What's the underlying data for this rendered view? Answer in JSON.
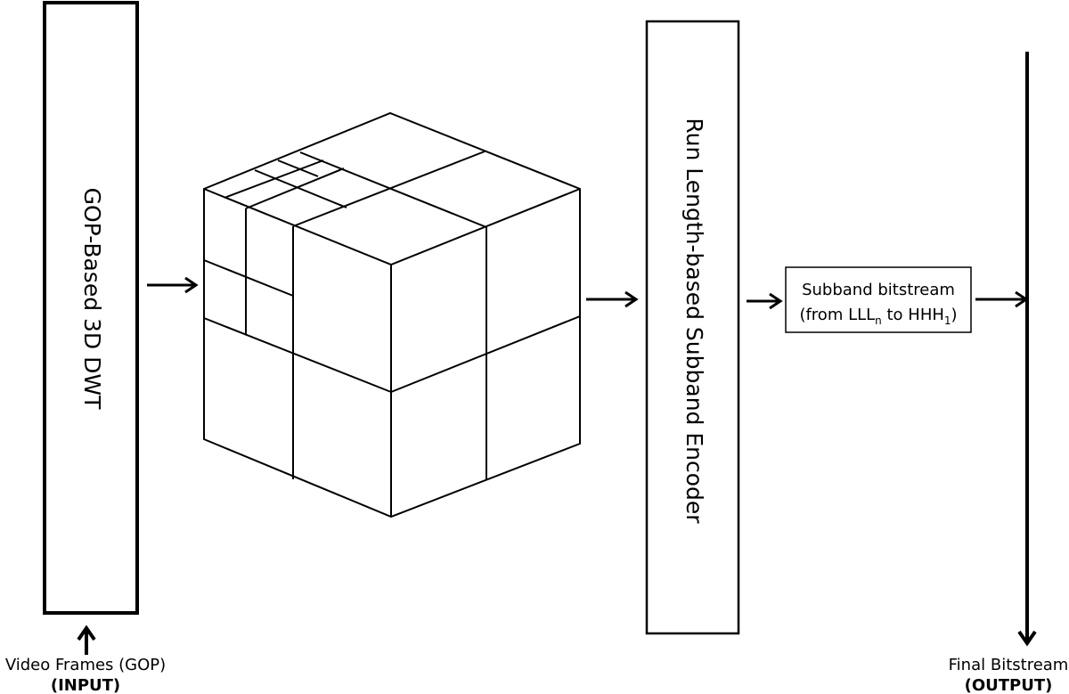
{
  "gop_box": {
    "label": "GOP-Based 3D DWT"
  },
  "encoder_box": {
    "label": "Run Length-based Subband Encoder"
  },
  "bitstream_box": {
    "line1": "Subband bitstream",
    "line2_prefix": "(from LLL",
    "line2_sub_n": "n",
    "line2_mid": " to HHH",
    "line2_sub_1": "1",
    "line2_suffix": ")"
  },
  "input": {
    "caption": "Video Frames (GOP)",
    "tag": "(INPUT)"
  },
  "output": {
    "caption": "Final Bitstream",
    "tag": "(OUTPUT)"
  },
  "colors": {
    "stroke": "#000000",
    "background": "#ffffff"
  }
}
